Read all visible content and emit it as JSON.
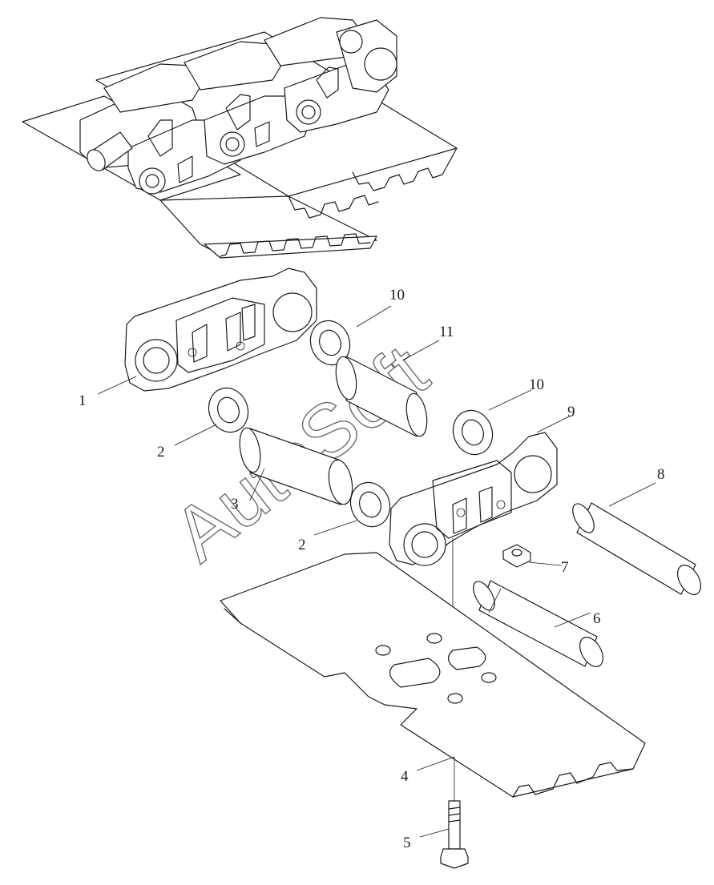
{
  "callouts": [
    {
      "id": "1",
      "text": "1"
    },
    {
      "id": "2a",
      "text": "2"
    },
    {
      "id": "2b",
      "text": "2"
    },
    {
      "id": "3",
      "text": "3"
    },
    {
      "id": "4",
      "text": "4"
    },
    {
      "id": "5",
      "text": "5"
    },
    {
      "id": "6",
      "text": "6"
    },
    {
      "id": "7",
      "text": "7"
    },
    {
      "id": "8",
      "text": "8"
    },
    {
      "id": "9",
      "text": "9"
    },
    {
      "id": "10a",
      "text": "10"
    },
    {
      "id": "10b",
      "text": "10"
    },
    {
      "id": "11",
      "text": "11"
    }
  ],
  "watermark": {
    "text": "AutoSoft"
  }
}
